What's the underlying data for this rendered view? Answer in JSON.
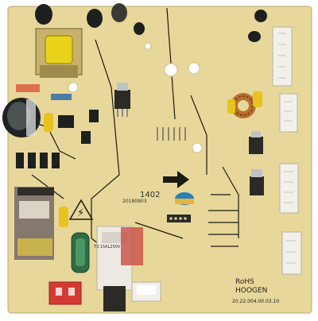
{
  "image": {
    "subject": "Printed circuit board with electronic components",
    "colors": {
      "background": "#ffffff",
      "board": "#e8d79a",
      "trace": "#1b1b14",
      "transformer_core": "#c8b26a",
      "transformer_winding": "#e9d21b",
      "capacitor_black": "#1e2020",
      "connector_white": "#f2f0ea",
      "relay_white": "#eceae3",
      "red_connector": "#d43a34",
      "blue_cap": "#2b80b8",
      "green_component": "#2f6c45",
      "copper_coil": "#b8702c"
    }
  },
  "labels": {
    "rohs": "RoHS",
    "brand": "HOOGEN",
    "part_number": "20.22.004.00.03.10",
    "board_code": "1402",
    "date_code": "20180903",
    "fuse_label": "T3.15AL250V",
    "warning_symbol": "⚡"
  },
  "icons": {
    "arrow": "right-arrow-icon",
    "warning": "high-voltage-warning-icon"
  }
}
